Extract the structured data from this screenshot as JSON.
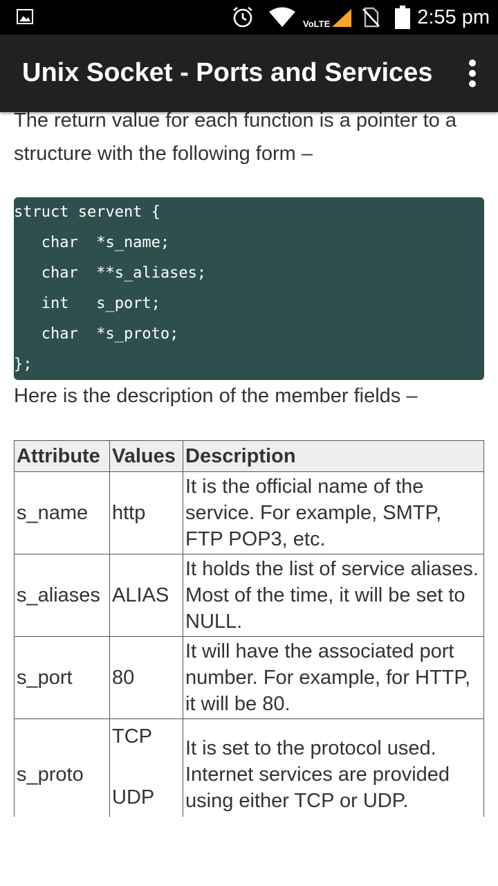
{
  "status_bar": {
    "time": "2:55 pm",
    "network_label": "VoLTE",
    "icons": [
      "gallery-icon",
      "alarm-icon",
      "wifi-icon",
      "signal-icon",
      "no-sim-icon",
      "battery-icon"
    ]
  },
  "app_bar": {
    "title": "Unix Socket - Ports and Services",
    "menu_icon": "overflow-menu-icon"
  },
  "content": {
    "intro": "The return value for each function is a pointer to a structure with the following form –",
    "code_lines": [
      "struct servent {",
      "   char  *s_name;",
      "   char  **s_aliases;",
      "   int   s_port;",
      "   char  *s_proto;",
      "};"
    ],
    "description_intro": "Here is the description of the member fields –",
    "table": {
      "headers": [
        "Attribute",
        "Values",
        "Description"
      ],
      "rows": [
        {
          "attribute": "s_name",
          "values": "http",
          "description": "It is the official name of the service. For example, SMTP, FTP POP3, etc."
        },
        {
          "attribute": "s_aliases",
          "values": "ALIAS",
          "description": "It holds the list of service aliases. Most of the time, it will be set to NULL."
        },
        {
          "attribute": "s_port",
          "values": "80",
          "description": "It will have the associated port number. For example, for HTTP, it will be 80."
        },
        {
          "attribute": "s_proto",
          "values_top": "TCP",
          "values_bottom": "UDP",
          "description": "It is set to the protocol used. Internet services are provided using either TCP or UDP."
        }
      ]
    }
  },
  "colors": {
    "status_bar": "#000000",
    "app_bar": "#212121",
    "code_background": "#2f4f4f",
    "table_header": "#eeeeee",
    "signal_accent": "#f5a623"
  }
}
